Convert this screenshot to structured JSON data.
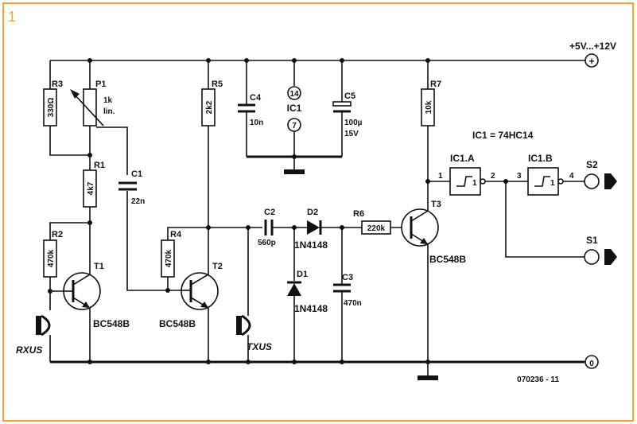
{
  "figure_number": "1",
  "supply_label": "+5V...+12V",
  "supply_plus": "+",
  "ground_zero": "0",
  "ic_note": "IC1 = 74HC14",
  "figure_code": "070236 - 11",
  "components": {
    "r3": {
      "name": "R3",
      "value": "330Ω"
    },
    "p1": {
      "name": "P1",
      "value1": "1k",
      "value2": "lin."
    },
    "r5": {
      "name": "R5",
      "value": "2k2"
    },
    "c4": {
      "name": "C4",
      "value": "10n"
    },
    "ic1": {
      "name": "IC1",
      "pin_top": "14",
      "pin_bottom": "7"
    },
    "c5": {
      "name": "C5",
      "value1": "100µ",
      "value2": "15V"
    },
    "r7": {
      "name": "R7",
      "value": "10k"
    },
    "r1": {
      "name": "R1",
      "value": "4k7"
    },
    "c1": {
      "name": "C1",
      "value": "22n"
    },
    "r2": {
      "name": "R2",
      "value": "470k"
    },
    "r4": {
      "name": "R4",
      "value": "470k"
    },
    "t1": {
      "name": "T1",
      "type": "BC548B"
    },
    "t2": {
      "name": "T2",
      "type": "BC548B"
    },
    "t3": {
      "name": "T3",
      "type": "BC548B"
    },
    "c2": {
      "name": "C2",
      "value": "560p"
    },
    "d2": {
      "name": "D2",
      "type": "1N4148"
    },
    "d1": {
      "name": "D1",
      "type": "1N4148"
    },
    "c3": {
      "name": "C3",
      "value": "470n"
    },
    "r6": {
      "name": "R6",
      "value": "220k"
    },
    "ic1a": {
      "name": "IC1.A",
      "gate": "1",
      "pin_in": "1",
      "pin_out": "2"
    },
    "ic1b": {
      "name": "IC1.B",
      "gate": "1",
      "pin_in": "3",
      "pin_out": "4"
    },
    "s1": {
      "name": "S1"
    },
    "s2": {
      "name": "S2"
    },
    "rxus": {
      "name": "RXUS"
    },
    "txus": {
      "name": "TXUS"
    }
  },
  "colors": {
    "frame": "#f5a623",
    "ink": "#111111"
  }
}
